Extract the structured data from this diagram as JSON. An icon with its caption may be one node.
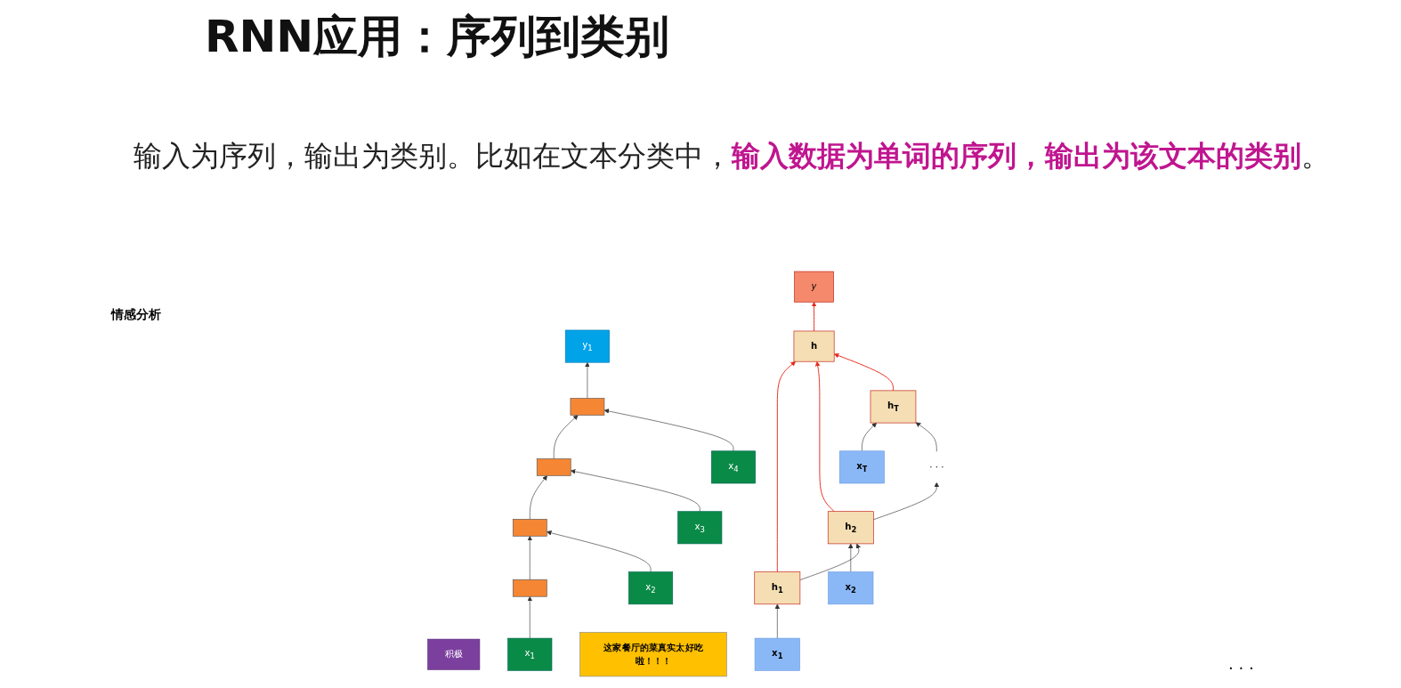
{
  "diagram": {
    "title": "RNN应用：序列到类别",
    "nodes": [
      {
        "text": [
          "积极"
        ]
      },
      {
        "text": [
          "y$_{1}$"
        ]
      },
      {
        "text": [],
        "shape": "box"
      },
      {
        "text": [],
        "shape": "box"
      },
      {
        "text": [],
        "shape": "box"
      },
      {
        "text": [],
        "shape": "box"
      },
      {
        "text": [
          "x$_{1}$"
        ]
      },
      {
        "text": [
          "x$_{2}$"
        ]
      },
      {
        "text": [
          "x$_{3}$"
        ]
      },
      {
        "text": [
          "x$_{4}$"
        ]
      },
      {
        "text": [
          "这家餐厅的菜真实太好吃啦！！！"
        ]
      },
      {
        "text": [
          "h"
        ]
      },
      {
        "text": [
          "y"
        ]
      },
      {
        "text": [
          "h$_{1}$"
        ]
      },
      {
        "text": [
          "h$_{2}$"
        ]
      },
      {
        "text": [
          "· · ·"
        ]
      },
      {
        "text": [
          "h$_{T}$"
        ]
      },
      {
        "text": [
          "x$_{1}$"
        ]
      },
      {
        "text": [
          "x$_{2}$"
        ]
      },
      {
        "text": [
          "x$_{T}$"
        ]
      }
    ],
    "edges": [
      {
        "from": 2,
        "to": 3,
        "arrow": "to"
      },
      {
        "from": 3,
        "to": 4,
        "arrow": "to"
      },
      {
        "from": 4,
        "to": 5,
        "arrow": "to"
      },
      {
        "from": 6,
        "to": 2,
        "arrow": "to"
      },
      {
        "from": 7,
        "to": 3,
        "arrow": "to"
      },
      {
        "from": 8,
        "to": 4,
        "arrow": "to"
      },
      {
        "from": 9,
        "to": 5,
        "arrow": "to"
      },
      {
        "from": 5,
        "to": 1,
        "arrow": "to"
      },
      {
        "from": 17,
        "to": 13,
        "arrow": "to"
      },
      {
        "from": 18,
        "to": 14,
        "arrow": "to"
      },
      {
        "from": 19,
        "to": 16,
        "arrow": "to"
      },
      {
        "from": 13,
        "to": 14,
        "arrow": "to"
      },
      {
        "from": 14,
        "to": 15,
        "arrow": "to"
      },
      {
        "from": 15,
        "to": 16,
        "arrow": "to"
      },
      {
        "from": 13,
        "to": 11,
        "arrow": "to",
        "color": "#e8291c"
      },
      {
        "from": 14,
        "to": 11,
        "arrow": "to",
        "color": "#e8291c"
      },
      {
        "from": 16,
        "to": 11,
        "arrow": "to",
        "color": "#e8291c"
      },
      {
        "from": 11,
        "to": 12,
        "arrow": "to",
        "color": "#e8291c"
      }
    ],
    "labels": [
      "输入为序列，输出为类别。比如在文本分类中，**输入数据为单词的序列，输出为该文本的类别**。",
      "情感分析",
      "· · ·"
    ]
  }
}
